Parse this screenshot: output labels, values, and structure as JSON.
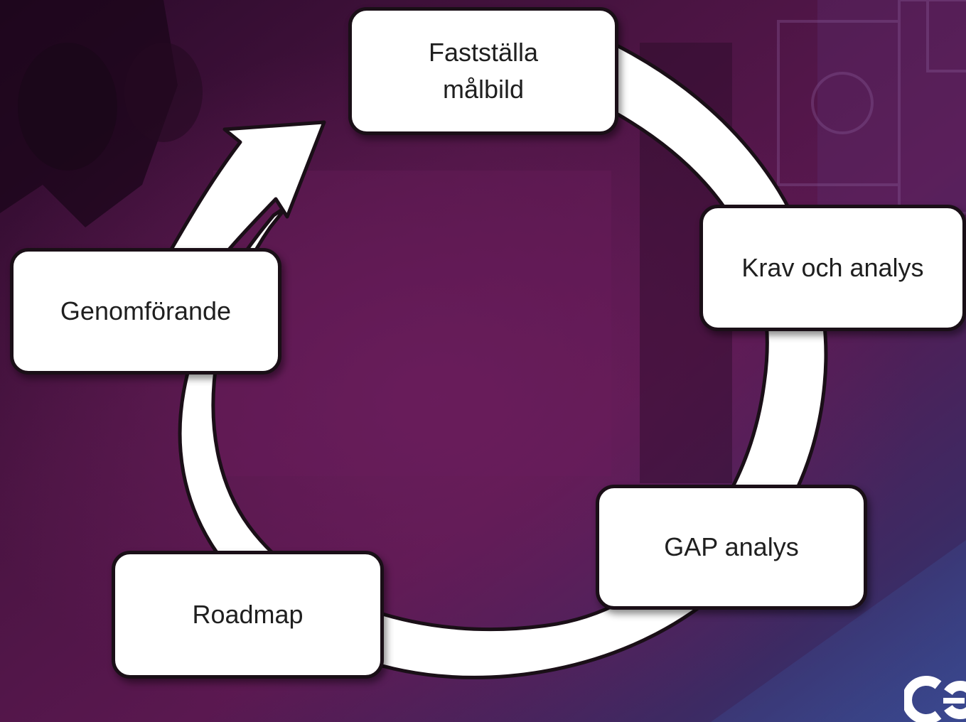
{
  "diagram": {
    "steps": [
      {
        "label": "Fastställa\nmålbild"
      },
      {
        "label": "Krav och analys"
      },
      {
        "label": "GAP analys"
      },
      {
        "label": "Roadmap"
      },
      {
        "label": "Genomförande"
      }
    ]
  },
  "colors": {
    "background_dark": "#2c0d2d",
    "background_mid": "#5b1850",
    "background_blue": "#3a3f80",
    "ring": "#ffffff",
    "outline": "#1a0f17",
    "box_fill": "#ffffff",
    "text": "#1f1f1f"
  },
  "logo": {
    "icon": "co-logo-icon"
  }
}
